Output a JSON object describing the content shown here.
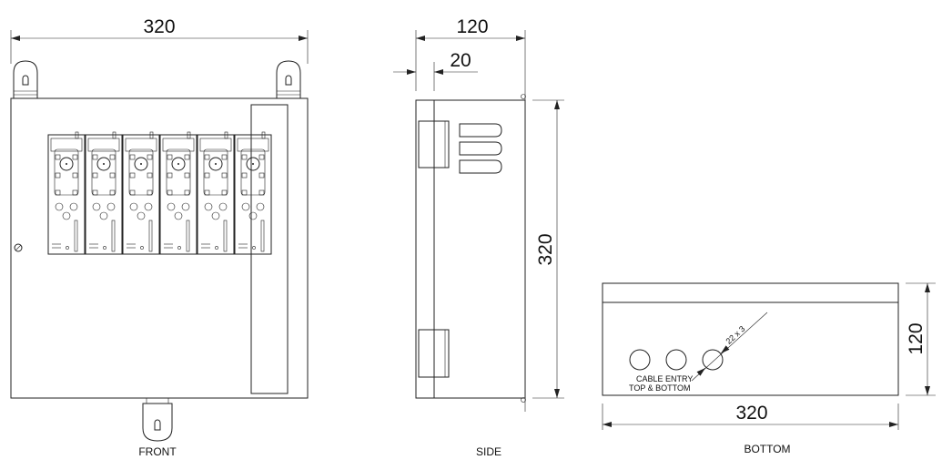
{
  "front": {
    "title": "FRONT",
    "width_dim": "320",
    "module_count": 6
  },
  "side": {
    "title": "SIDE",
    "depth_dim": "120",
    "door_dim": "20",
    "height_dim": "320"
  },
  "bottom": {
    "title": "BOTTOM",
    "width_dim": "320",
    "depth_dim": "120",
    "hole_dim": "22 x 3",
    "note_line1": "CABLE ENTRY",
    "note_line2": "TOP & BOTTOM"
  }
}
